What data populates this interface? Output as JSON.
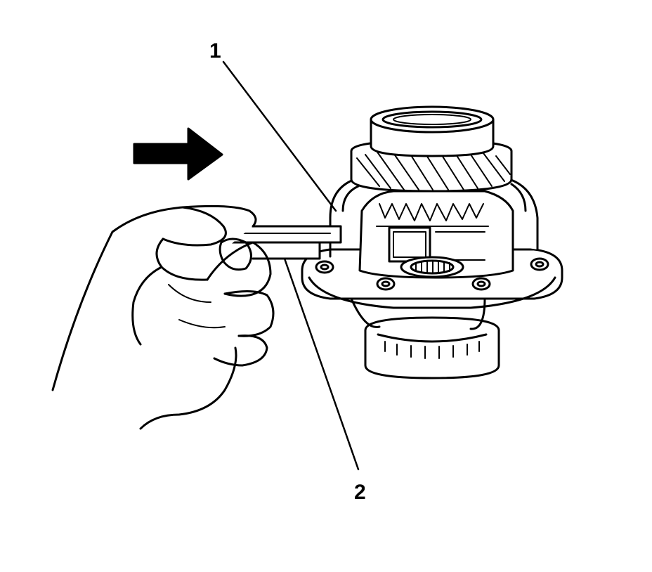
{
  "callouts": [
    {
      "id": "1",
      "label": "1"
    },
    {
      "id": "2",
      "label": "2"
    }
  ],
  "colors": {
    "ink": "#000000",
    "paper": "#ffffff"
  },
  "icons": {
    "direction_arrow": "arrow-right-icon"
  }
}
